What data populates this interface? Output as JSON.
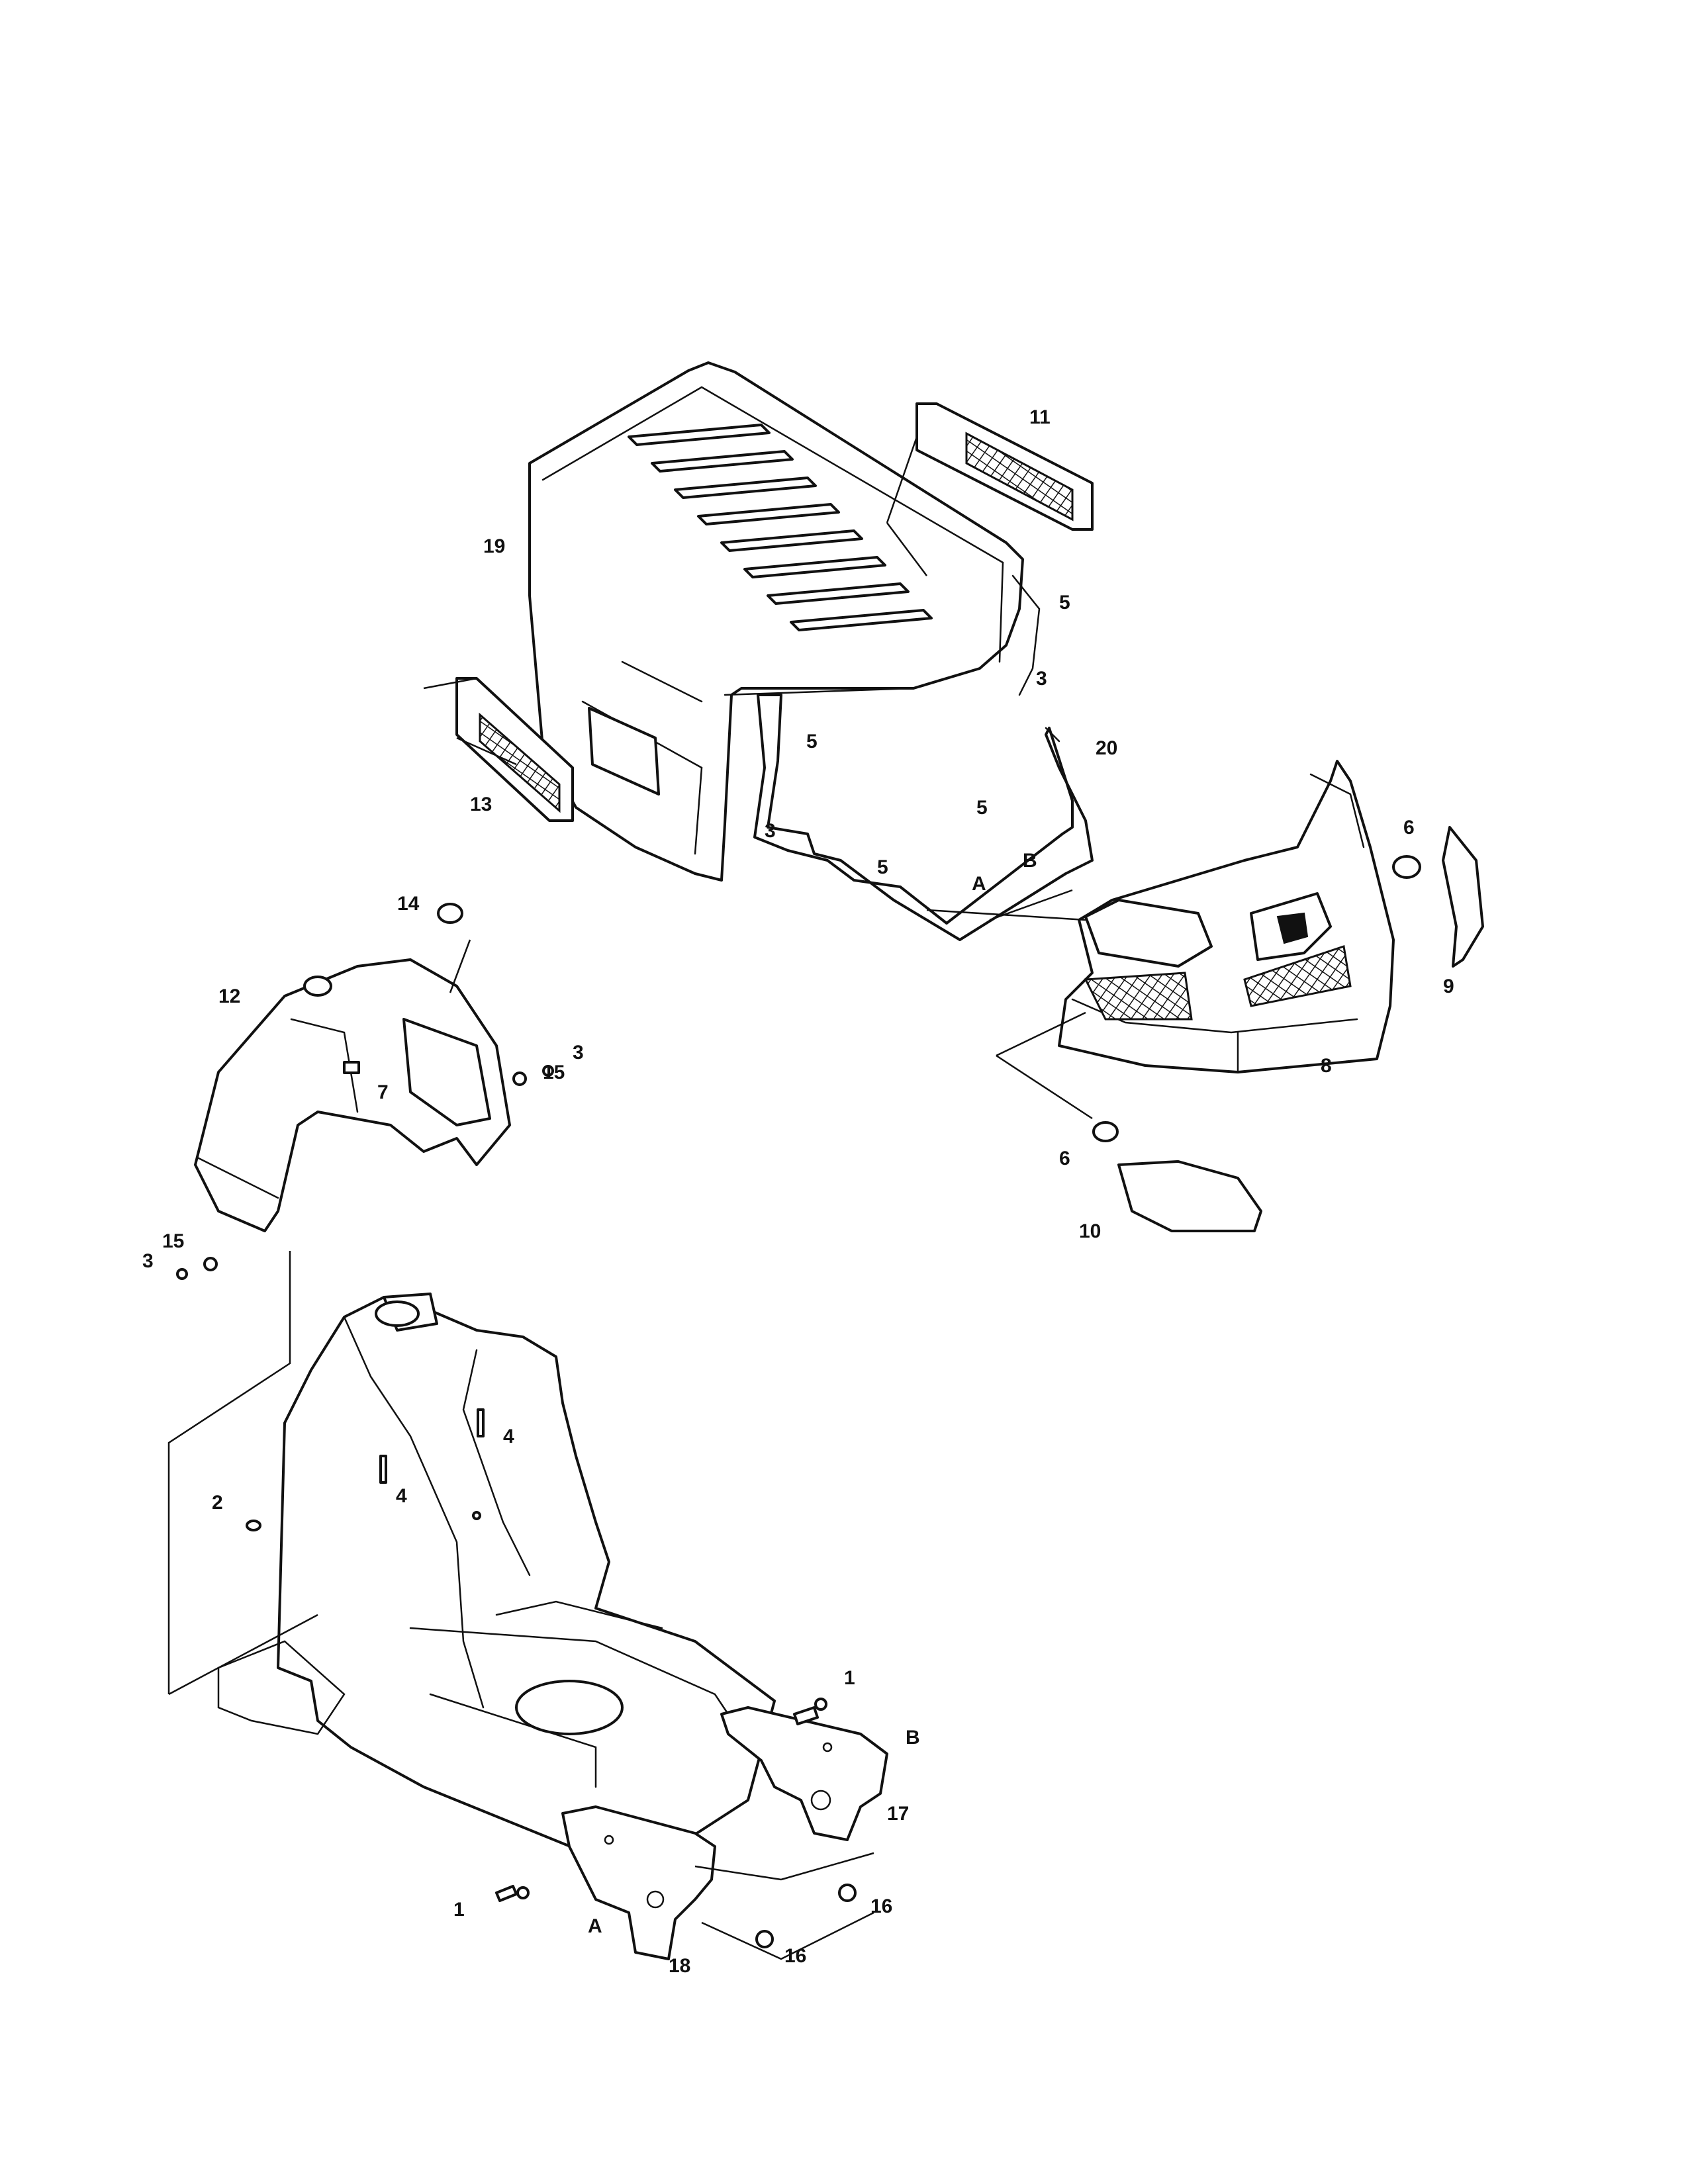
{
  "callouts": [
    {
      "id": "c11",
      "label": "11"
    },
    {
      "id": "c19",
      "label": "19"
    },
    {
      "id": "c5a",
      "label": "5"
    },
    {
      "id": "c3a",
      "label": "3"
    },
    {
      "id": "c5b",
      "label": "5"
    },
    {
      "id": "c20",
      "label": "20"
    },
    {
      "id": "c13",
      "label": "13"
    },
    {
      "id": "c3b",
      "label": "3"
    },
    {
      "id": "c5c",
      "label": "5"
    },
    {
      "id": "c5d",
      "label": "5"
    },
    {
      "id": "cB1",
      "label": "B"
    },
    {
      "id": "cA1",
      "label": "A"
    },
    {
      "id": "c6a",
      "label": "6"
    },
    {
      "id": "c9",
      "label": "9"
    },
    {
      "id": "c14",
      "label": "14"
    },
    {
      "id": "c12",
      "label": "12"
    },
    {
      "id": "c3c",
      "label": "3"
    },
    {
      "id": "c15a",
      "label": "15"
    },
    {
      "id": "c7",
      "label": "7"
    },
    {
      "id": "c8",
      "label": "8"
    },
    {
      "id": "c6b",
      "label": "6"
    },
    {
      "id": "c10",
      "label": "10"
    },
    {
      "id": "c15b",
      "label": "15"
    },
    {
      "id": "c3d",
      "label": "3"
    },
    {
      "id": "c2",
      "label": "2"
    },
    {
      "id": "c4a",
      "label": "4"
    },
    {
      "id": "c4b",
      "label": "4"
    },
    {
      "id": "c1a",
      "label": "1"
    },
    {
      "id": "cB2",
      "label": "B"
    },
    {
      "id": "c17",
      "label": "17"
    },
    {
      "id": "c16a",
      "label": "16"
    },
    {
      "id": "c1b",
      "label": "1"
    },
    {
      "id": "cA2",
      "label": "A"
    },
    {
      "id": "c16b",
      "label": "16"
    },
    {
      "id": "c18",
      "label": "18"
    }
  ]
}
